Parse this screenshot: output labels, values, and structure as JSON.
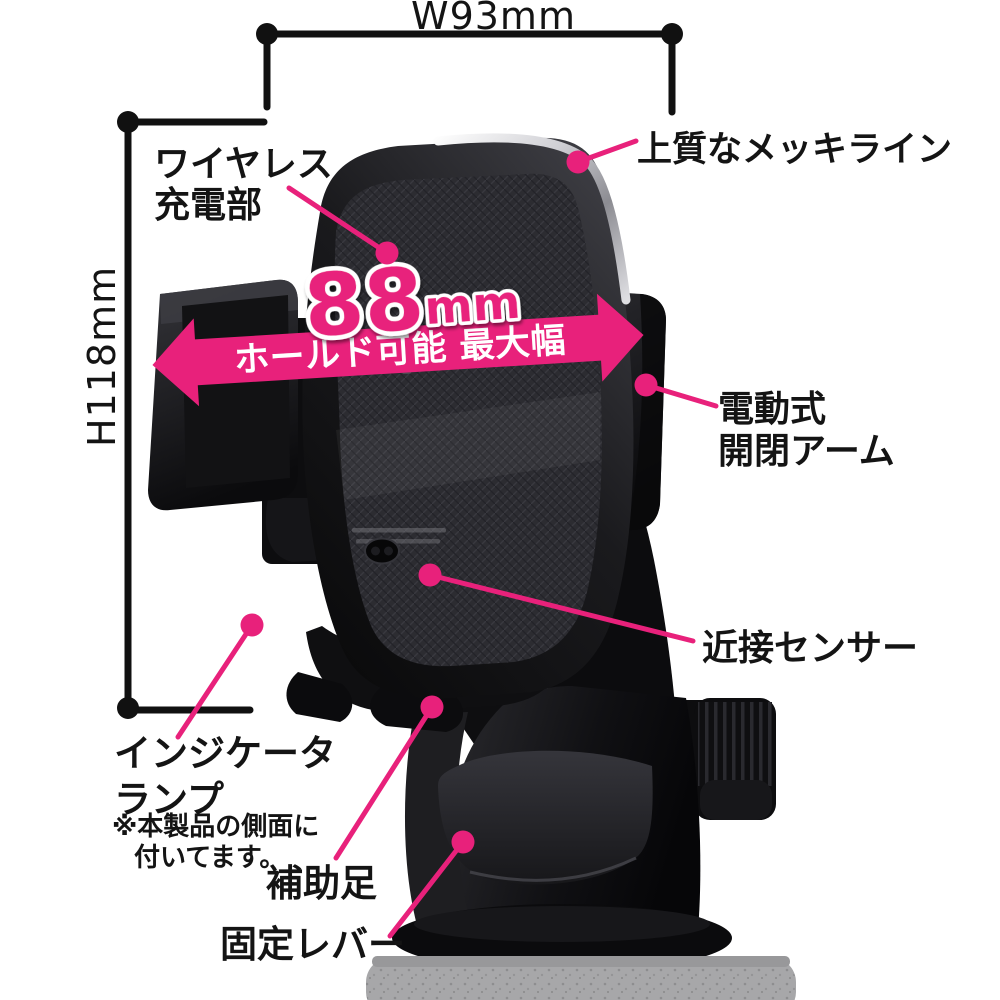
{
  "diagram": {
    "dimensions": {
      "width": "W93mm",
      "height": "H118mm"
    },
    "hold_width": {
      "number": "88",
      "unit": "mm",
      "caption": "ホールド可能 最大幅"
    },
    "callouts": {
      "wireless_charging": {
        "line1": "ワイヤレス",
        "line2": "充電部"
      },
      "plating_line": {
        "label": "上質なメッキライン"
      },
      "motorized_arm": {
        "line1": "電動式",
        "line2": "開閉アーム"
      },
      "proximity_sensor": {
        "label": "近接センサー"
      },
      "indicator_lamp": {
        "line1": "インジケータ",
        "line2": "ランプ",
        "note_line1": "※本製品の側面に",
        "note_line2": "付いてます。"
      },
      "auxiliary_foot": {
        "label": "補助足"
      },
      "fixing_lever": {
        "label": "固定レバー"
      }
    },
    "colors": {
      "accent": "#e8217b",
      "ink": "#141414",
      "background": "#ffffff"
    }
  }
}
